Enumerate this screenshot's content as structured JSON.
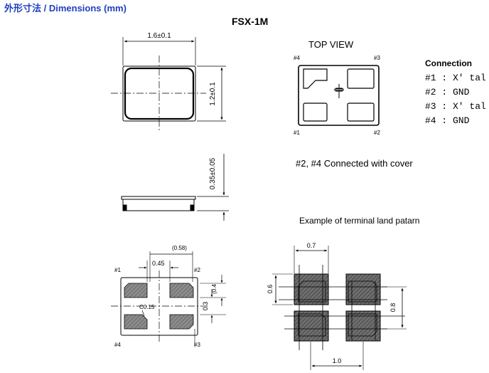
{
  "header": {
    "title": "外形寸法 / Dimensions (mm)",
    "model": "FSX-1M"
  },
  "top_view": {
    "title": "TOP VIEW",
    "pins": [
      "#4",
      "#3",
      "#1",
      "#2"
    ]
  },
  "connection": {
    "title": "Connection",
    "rows": [
      "#1 : X' tal",
      "#2 : GND",
      "#3 : X' tal",
      "#4 : GND"
    ]
  },
  "cover_note": "#2, #4 Connected with cover",
  "land_pattern_title": "Example of terminal land  patarn",
  "outline_dims": {
    "width": "1.6±0.1",
    "height": "1.2±0.1",
    "thickness": "0.35±0.05"
  },
  "bottom_view": {
    "pins": [
      "#1",
      "#2",
      "#4",
      "#3"
    ],
    "dims": {
      "ref": "(0.58)",
      "pitch": "0.45",
      "pad_h": "(0.4",
      "gap": "0.3",
      "chamfer": "C0.15"
    }
  },
  "land_dims": {
    "top": "0.7",
    "left": "0.6",
    "right": "0.8",
    "bottom": "1.0"
  },
  "colors": {
    "heading": "#1f3fbf",
    "pad_fill": "#808080",
    "line": "#000000"
  }
}
